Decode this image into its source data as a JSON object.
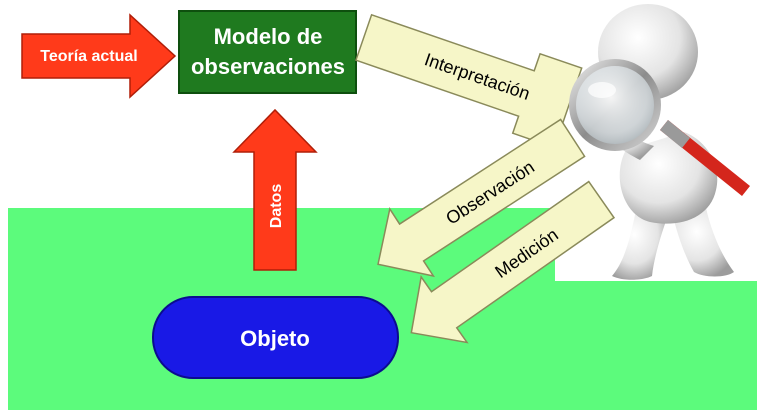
{
  "diagram": {
    "box_model": "Modelo de\nobservaciones",
    "object": "Objeto",
    "arrow_theory": "Teoría actual",
    "arrow_data": "Datos",
    "arrow_interpretation": "Interpretación",
    "arrow_observation": "Observación",
    "arrow_measurement": "Medición",
    "figure_icon": "magnifier-person-figure"
  },
  "colors": {
    "ground": "#5cfb7c",
    "model_box": "#1f7a1f",
    "model_border": "#0e4f0e",
    "object": "#1919e6",
    "object_border": "#0b0b90",
    "red_arrow": "#ff3a1a",
    "red_arrow_border": "#b01e08",
    "cream_arrow": "#f6f6c8",
    "cream_arrow_border": "#8a8a5a",
    "text_light": "#ffffff",
    "text_dark": "#000000"
  }
}
